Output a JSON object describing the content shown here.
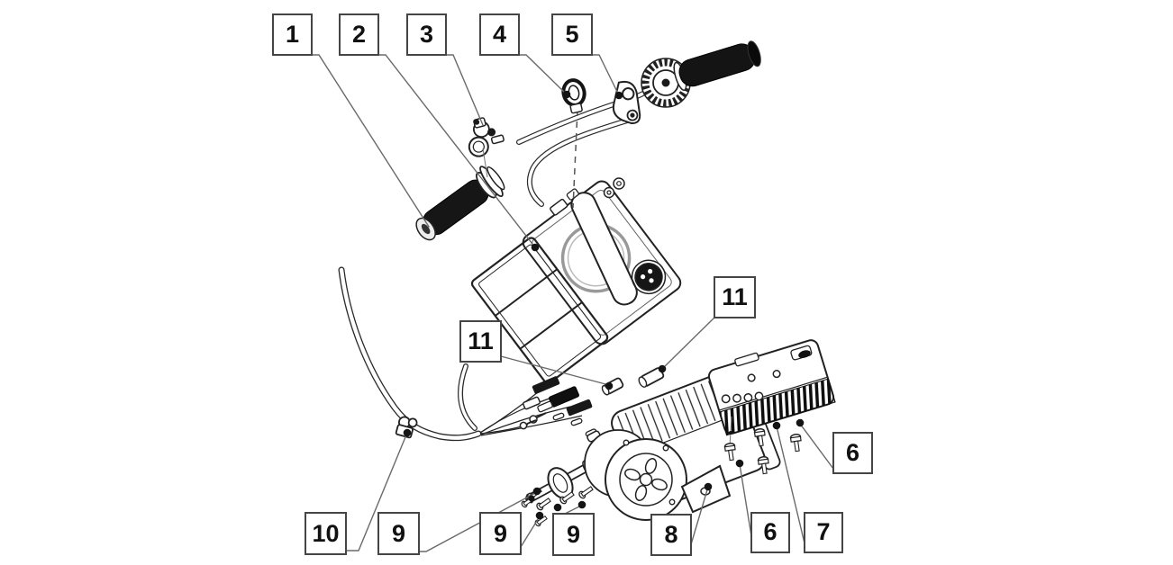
{
  "figure": {
    "type": "exploded-parts-diagram",
    "description": "Exploded parts diagram with numbered callouts: handlebar grips, throttle assembly, switch, clamp ring, bracket, battery box with cage, wiring harness, connector, bushings, gear motor with axle, controller with heat sink, and mounting screws.",
    "background": "#ffffff"
  },
  "colors": {
    "leader_line": "#6a6a6a",
    "part_outline": "#222222",
    "dark_fill": "#141414",
    "callout_border": "#454545",
    "callout_fill": "#ffffff",
    "callout_text": "#111111"
  },
  "callouts": [
    {
      "id": "callout-1",
      "label": "1"
    },
    {
      "id": "callout-2",
      "label": "2"
    },
    {
      "id": "callout-3",
      "label": "3"
    },
    {
      "id": "callout-4",
      "label": "4"
    },
    {
      "id": "callout-5",
      "label": "5"
    },
    {
      "id": "callout-11-left",
      "label": "11"
    },
    {
      "id": "callout-11-right",
      "label": "11"
    },
    {
      "id": "callout-10",
      "label": "10"
    },
    {
      "id": "callout-9-left",
      "label": "9"
    },
    {
      "id": "callout-9-middle",
      "label": "9"
    },
    {
      "id": "callout-9-right",
      "label": "9"
    },
    {
      "id": "callout-8",
      "label": "8"
    },
    {
      "id": "callout-6-bottom",
      "label": "6"
    },
    {
      "id": "callout-7",
      "label": "7"
    },
    {
      "id": "callout-6-right",
      "label": "6"
    }
  ]
}
